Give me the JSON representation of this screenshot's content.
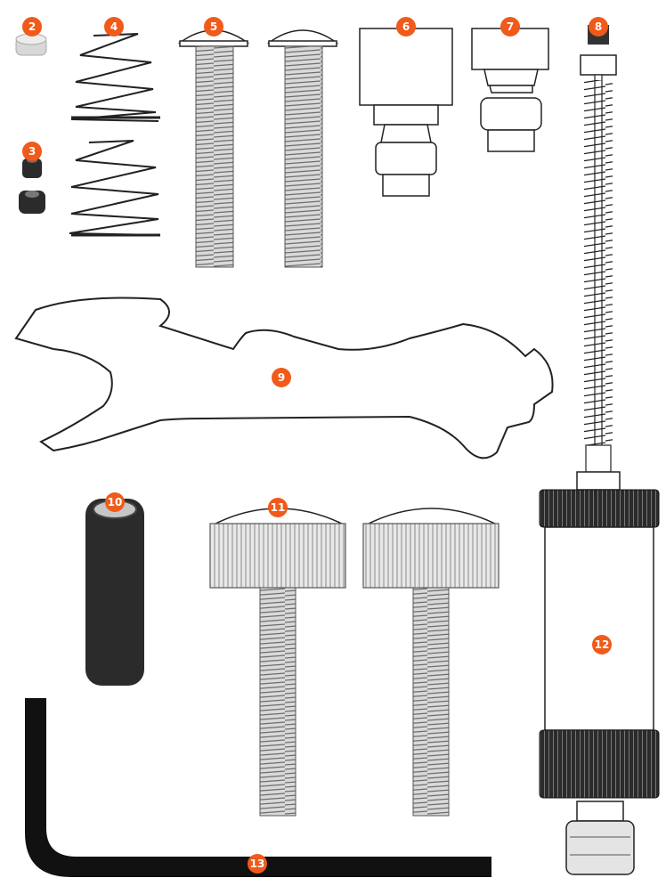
{
  "colors": {
    "badge": "#f05a1a",
    "badge_text": "#ffffff",
    "outline": "#222222",
    "dark_part": "#2b2b2b",
    "thread": "#8a8a8a",
    "knurl": "#555555"
  },
  "parts": [
    {
      "key": "p2",
      "number": "2"
    },
    {
      "key": "p3",
      "number": "3"
    },
    {
      "key": "p4",
      "number": "4"
    },
    {
      "key": "p5",
      "number": "5"
    },
    {
      "key": "p6",
      "number": "6"
    },
    {
      "key": "p7",
      "number": "7"
    },
    {
      "key": "p8",
      "number": "8"
    },
    {
      "key": "p9",
      "number": "9"
    },
    {
      "key": "p10",
      "number": "10"
    },
    {
      "key": "p11",
      "number": "11"
    },
    {
      "key": "p12",
      "number": "12"
    },
    {
      "key": "p13",
      "number": "13"
    }
  ]
}
